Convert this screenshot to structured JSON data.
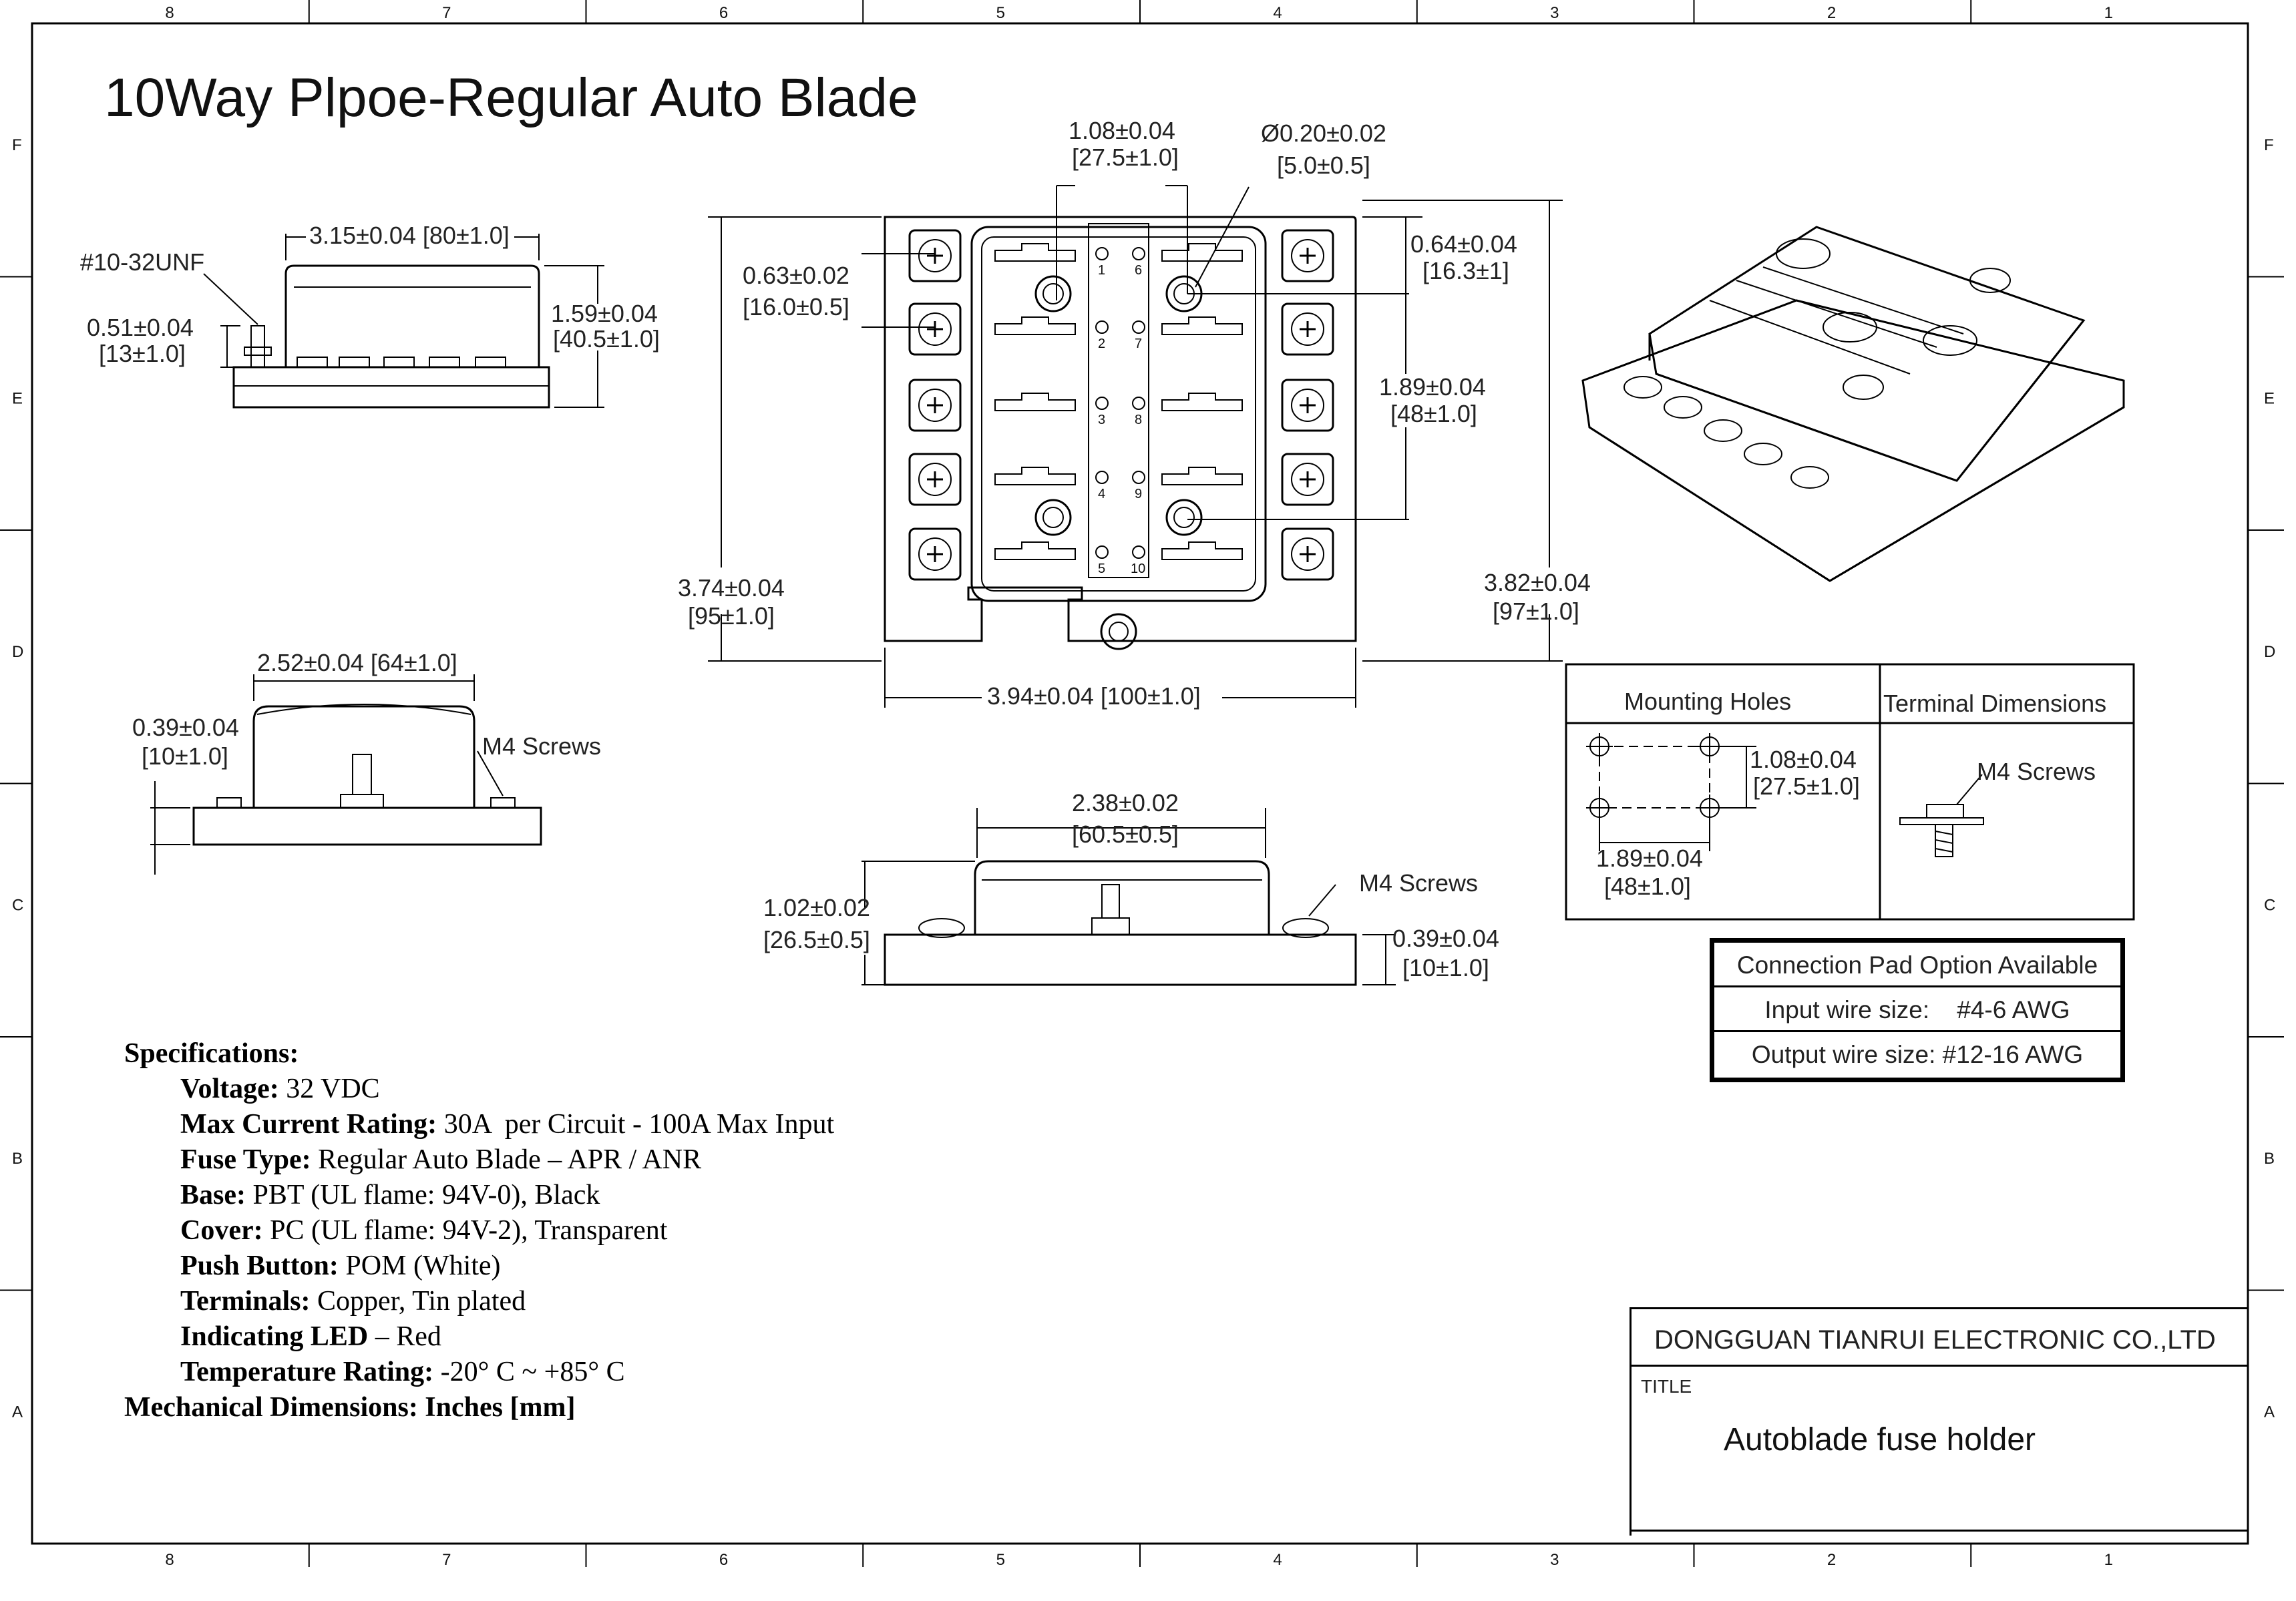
{
  "title": "10Way Plpoe-Regular Auto Blade",
  "grid": {
    "columns": [
      "8",
      "7",
      "6",
      "5",
      "4",
      "3",
      "2",
      "1"
    ],
    "rows": [
      "F",
      "E",
      "D",
      "C",
      "B",
      "A"
    ]
  },
  "side_view_top": {
    "thread": "#10-32UNF",
    "width": "3.15±0.04 [80±1.0]",
    "stud_h1": "0.51±0.04",
    "stud_h2": "[13±1.0]",
    "height1": "1.59±0.04",
    "height2": "[40.5±1.0]"
  },
  "top_view": {
    "pitch1": "1.08±0.04",
    "pitch2": "[27.5±1.0]",
    "hole1": "Ø0.20±0.02",
    "hole2": "[5.0±0.5]",
    "row1": "0.63±0.02",
    "row2": "[16.0±0.5]",
    "right1a": "0.64±0.04",
    "right1b": "[16.3±1]",
    "right2a": "1.89±0.04",
    "right2b": "[48±1.0]",
    "height1": "3.74±0.04",
    "height2": "[95±1.0]",
    "oheight1": "3.82±0.04",
    "oheight2": "[97±1.0]",
    "width": "3.94±0.04 [100±1.0]",
    "leds_left": [
      "1",
      "2",
      "3",
      "4",
      "5"
    ],
    "leds_right": [
      "6",
      "7",
      "8",
      "9",
      "10"
    ]
  },
  "end_view": {
    "width": "2.52±0.04 [64±1.0]",
    "base1": "0.39±0.04",
    "base2": "[10±1.0]",
    "screws": "M4 Screws"
  },
  "front_view": {
    "width1": "2.38±0.02",
    "width2": "[60.5±0.5]",
    "height1": "1.02±0.02",
    "height2": "[26.5±0.5]",
    "screws": "M4 Screws",
    "base1": "0.39±0.04",
    "base2": "[10±1.0]"
  },
  "mounting_table": {
    "col1": "Mounting Holes",
    "col2": "Terminal Dimensions",
    "v1": "1.08±0.04",
    "v2": "[27.5±1.0]",
    "h1": "1.89±0.04",
    "h2": "[48±1.0]",
    "screws": "M4 Screws"
  },
  "connection": {
    "header": "Connection Pad Option Available",
    "input": "Input wire size:    #4-6 AWG",
    "output": "Output wire size: #12-16 AWG"
  },
  "specs": {
    "heading": "Specifications:",
    "items": [
      {
        "label": "Voltage:",
        "value": " 32 VDC"
      },
      {
        "label": "Max Current Rating:",
        "value": " 30A  per Circuit - 100A Max Input"
      },
      {
        "label": "Fuse Type:",
        "value": " Regular Auto Blade – APR / ANR"
      },
      {
        "label": "Base:",
        "value": " PBT (UL flame: 94V-0), Black"
      },
      {
        "label": "Cover:",
        "value": " PC (UL flame: 94V-2), Transparent"
      },
      {
        "label": "Push Button:",
        "value": " POM (White)"
      },
      {
        "label": "Terminals:",
        "value": " Copper, Tin plated"
      },
      {
        "label": "Indicating LED",
        "value": " – Red"
      },
      {
        "label": "Temperature Rating:",
        "value": " -20° C ~ +85° C"
      }
    ],
    "footer": "Mechanical Dimensions:  Inches [mm]"
  },
  "title_block": {
    "company": "DONGGUAN TIANRUI ELECTRONIC CO.,LTD",
    "title_label": "TITLE",
    "title_value": "Autoblade fuse holder"
  }
}
